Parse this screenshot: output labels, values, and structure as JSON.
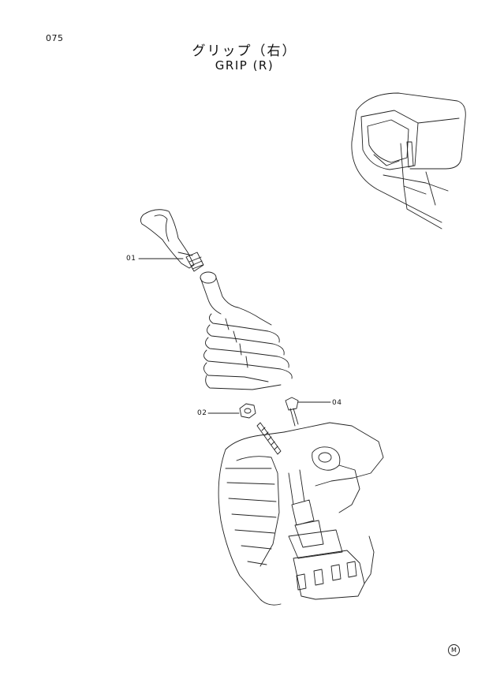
{
  "page": {
    "number": "075"
  },
  "title": {
    "japanese": "グリップ（右）",
    "english": "GRIP (R)"
  },
  "callouts": [
    {
      "id": "01",
      "part": "grip"
    },
    {
      "id": "02",
      "part": "nut"
    },
    {
      "id": "04",
      "part": "bolt"
    }
  ],
  "corner_mark": "M"
}
